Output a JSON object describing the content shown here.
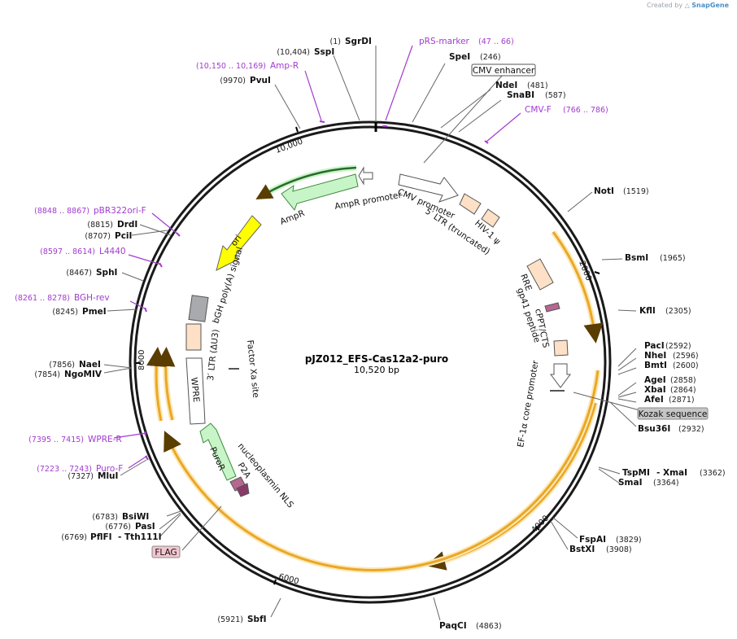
{
  "app": {
    "credit_prefix": "Created by",
    "credit_brand": "SnapGene"
  },
  "plasmid": {
    "name": "pJZ012_EFS-Cas12a2-puro",
    "length_label": "10,520 bp"
  },
  "ticks": [
    "2000",
    "4000",
    "6000",
    "8000",
    "10,000"
  ],
  "enzymes": [
    {
      "name": "SgrDI",
      "pos": "(1)"
    },
    {
      "name": "SspI",
      "pos": "(10,404)"
    },
    {
      "name": "PvuI",
      "pos": "(9970)"
    },
    {
      "name": "SpeI",
      "pos": "(246)"
    },
    {
      "name": "NdeI",
      "pos": "(481)"
    },
    {
      "name": "SnaBI",
      "pos": "(587)"
    },
    {
      "name": "NotI",
      "pos": "(1519)"
    },
    {
      "name": "BsmI",
      "pos": "(1965)"
    },
    {
      "name": "KflI",
      "pos": "(2305)"
    },
    {
      "name": "PacI",
      "pos": "(2592)"
    },
    {
      "name": "NheI",
      "pos": "(2596)"
    },
    {
      "name": "BmtI",
      "pos": "(2600)"
    },
    {
      "name": "AgeI",
      "pos": "(2858)"
    },
    {
      "name": "XbaI",
      "pos": "(2864)"
    },
    {
      "name": "AfeI",
      "pos": "(2871)"
    },
    {
      "name": "Bsu36I",
      "pos": "(2932)"
    },
    {
      "name": "TspMI",
      "pos": ""
    },
    {
      "name": "- XmaI",
      "pos": "(3362)"
    },
    {
      "name": "SmaI",
      "pos": "(3364)"
    },
    {
      "name": "FspAI",
      "pos": "(3829)"
    },
    {
      "name": "BstXI",
      "pos": "(3908)"
    },
    {
      "name": "PaqCI",
      "pos": "(4863)"
    },
    {
      "name": "SbfI",
      "pos": "(5921)"
    },
    {
      "name": "BsiWI",
      "pos": "(6783)"
    },
    {
      "name": "PasI",
      "pos": "(6776)"
    },
    {
      "name": "PflFI",
      "pos": "(6769)"
    },
    {
      "name": "- Tth111I",
      "pos": ""
    },
    {
      "name": "MluI",
      "pos": "(7327)"
    },
    {
      "name": "NaeI",
      "pos": "(7856)"
    },
    {
      "name": "NgoMIV",
      "pos": "(7854)"
    },
    {
      "name": "PmeI",
      "pos": "(8245)"
    },
    {
      "name": "SphI",
      "pos": "(8467)"
    },
    {
      "name": "PciI",
      "pos": "(8707)"
    },
    {
      "name": "DrdI",
      "pos": "(8815)"
    }
  ],
  "primers": [
    {
      "name": "pRS-marker",
      "pos": "(47 .. 66)"
    },
    {
      "name": "Amp-R",
      "pos": "(10,150 .. 10,169)"
    },
    {
      "name": "CMV-F",
      "pos": "(766 .. 786)"
    },
    {
      "name": "pBR322ori-F",
      "pos": "(8848 .. 8867)"
    },
    {
      "name": "L4440",
      "pos": "(8597 .. 8614)"
    },
    {
      "name": "BGH-rev",
      "pos": "(8261 .. 8278)"
    },
    {
      "name": "WPRE-R",
      "pos": "(7395 .. 7415)"
    },
    {
      "name": "Puro-F",
      "pos": "(7223 .. 7243)"
    }
  ],
  "boxed_labels": {
    "cmv_enhancer": "CMV enhancer",
    "kozak": "Kozak sequence",
    "flag": "FLAG"
  },
  "features": {
    "cmv_promoter": "CMV promoter",
    "ltr5": "5′ LTR (truncated)",
    "hiv_psi": "HIV-1 ψ",
    "rre": "RRE",
    "gp41": "gp41 peptide",
    "cppt": "cPPT/CTS",
    "efs": "EF-1α core promoter",
    "ampr_promoter": "AmpR promoter",
    "ampr": "AmpR",
    "ori": "ori",
    "bgh": "bGH poly(A) signal",
    "ltr3": "3′ LTR (ΔU3)",
    "factor_xa": "Factor Xa site",
    "wpre": "WPRE",
    "puror": "PuroR",
    "p2a": "P2A",
    "nls": "nucleoplasmin NLS"
  },
  "colors": {
    "backbone": "#1a1a1a",
    "orf": "#e9a825",
    "orf_glow": "#fde7b8",
    "ampr": "#c8f5c8",
    "ori": "#ffff00",
    "ltr": "#fde0c5",
    "polya": "#a9aaad",
    "primer": "#a23bd0",
    "flag": "#f3c6cf",
    "kozak": "#c6c6c6"
  }
}
